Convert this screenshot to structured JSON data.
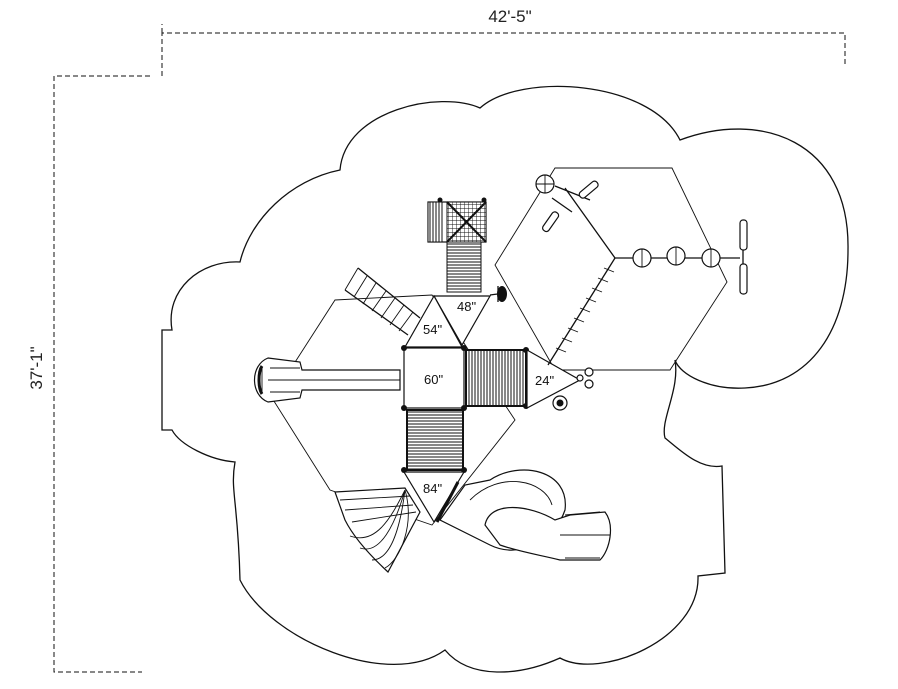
{
  "dimensions": {
    "width": "42'-5\"",
    "depth": "37'-1\""
  },
  "decks": {
    "deck_48": "48\"",
    "deck_54": "54\"",
    "deck_60": "60\"",
    "deck_24": "24\"",
    "deck_84": "84\""
  },
  "colors": {
    "line": "#111111",
    "background": "#ffffff"
  }
}
